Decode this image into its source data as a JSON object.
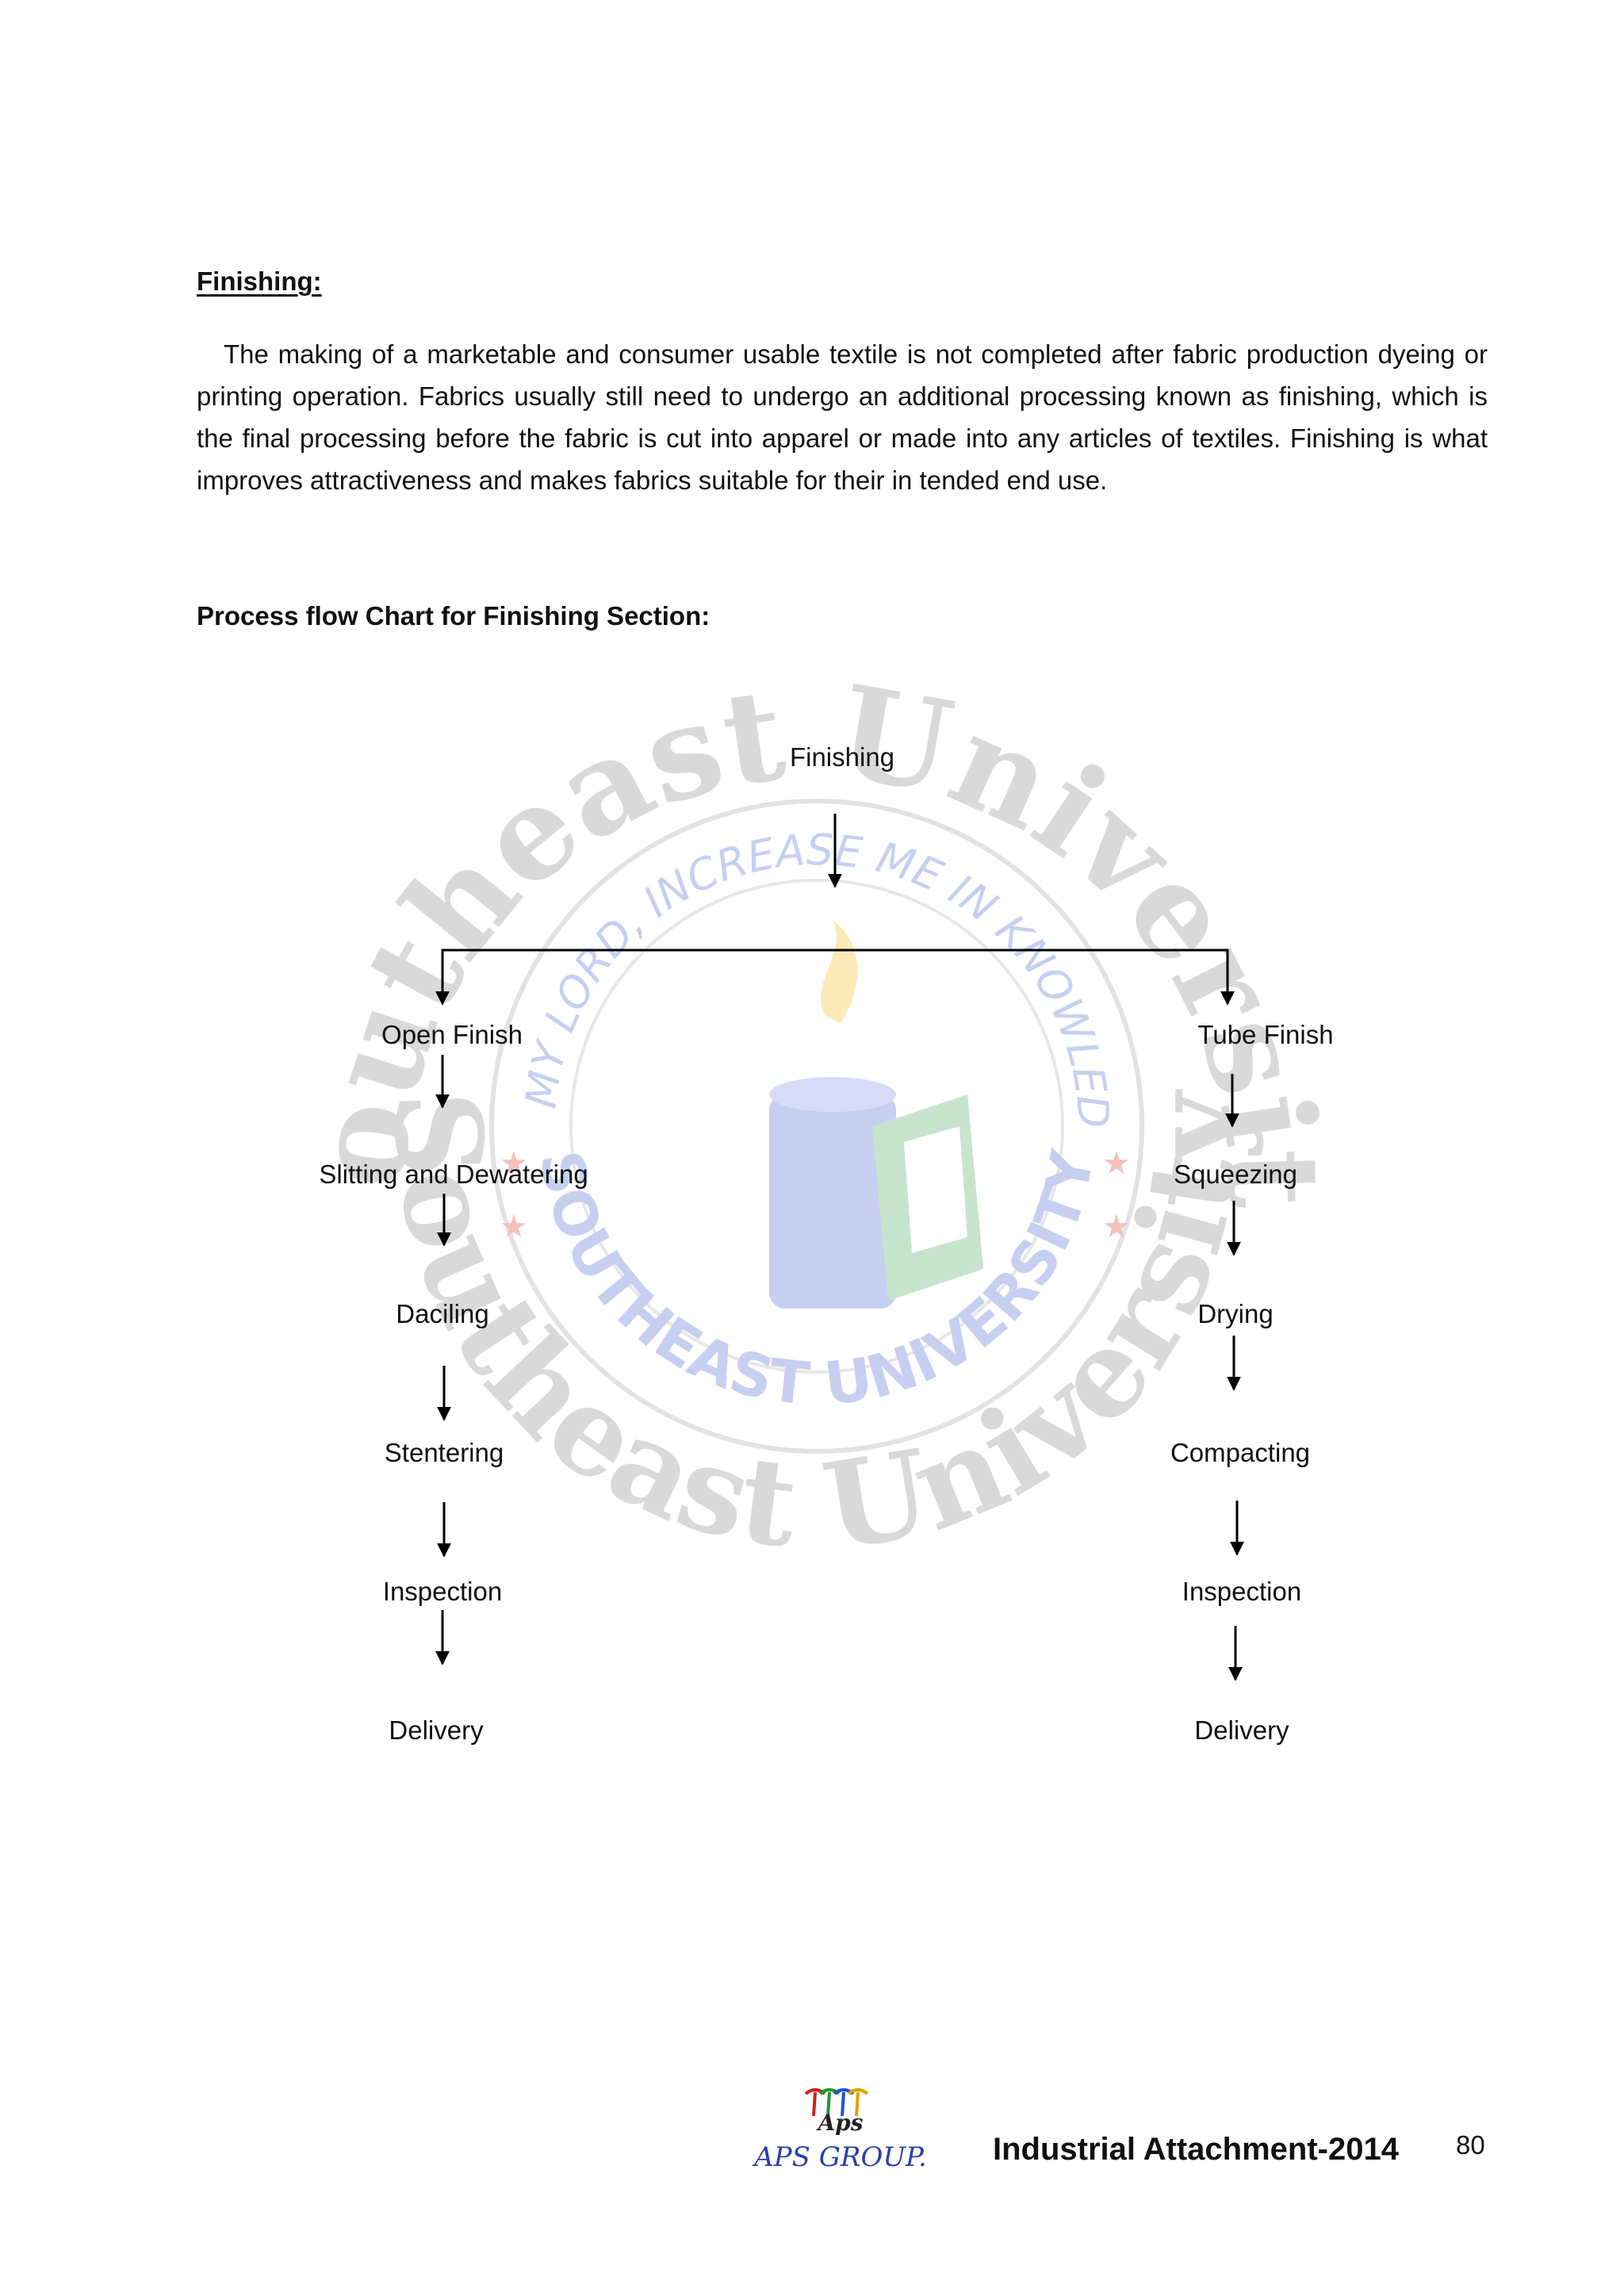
{
  "section": {
    "heading": "Finishing:",
    "paragraph": "The making of a marketable and consumer usable textile is not completed after fabric production dyeing or printing operation. Fabrics usually still need to undergo an additional processing known as finishing, which is the final processing before the fabric is cut into apparel or made into any articles of textiles. Finishing is what improves attractiveness and makes fabrics suitable for their in tended end use.",
    "chart_heading": "Process flow Chart for Finishing Section:"
  },
  "flow": {
    "root": "Finishing",
    "left": [
      "Open Finish",
      "Slitting and Dewatering",
      "Daciling",
      "Stentering",
      "Inspection",
      "Delivery"
    ],
    "right": [
      "Tube Finish",
      "Squeezing",
      "Drying",
      "Compacting",
      "Inspection",
      "Delivery"
    ]
  },
  "watermark": {
    "text": "Southeast University",
    "ring_top": "OH MY LORD, INCREASE ME IN KNOWLEDGE",
    "ring_bottom": "SOUTHEAST UNIVERSITY"
  },
  "footer": {
    "logo_script": "Aps",
    "logo_text": "APS GROUP.",
    "title": "Industrial Attachment-2014",
    "page_number": "80"
  }
}
